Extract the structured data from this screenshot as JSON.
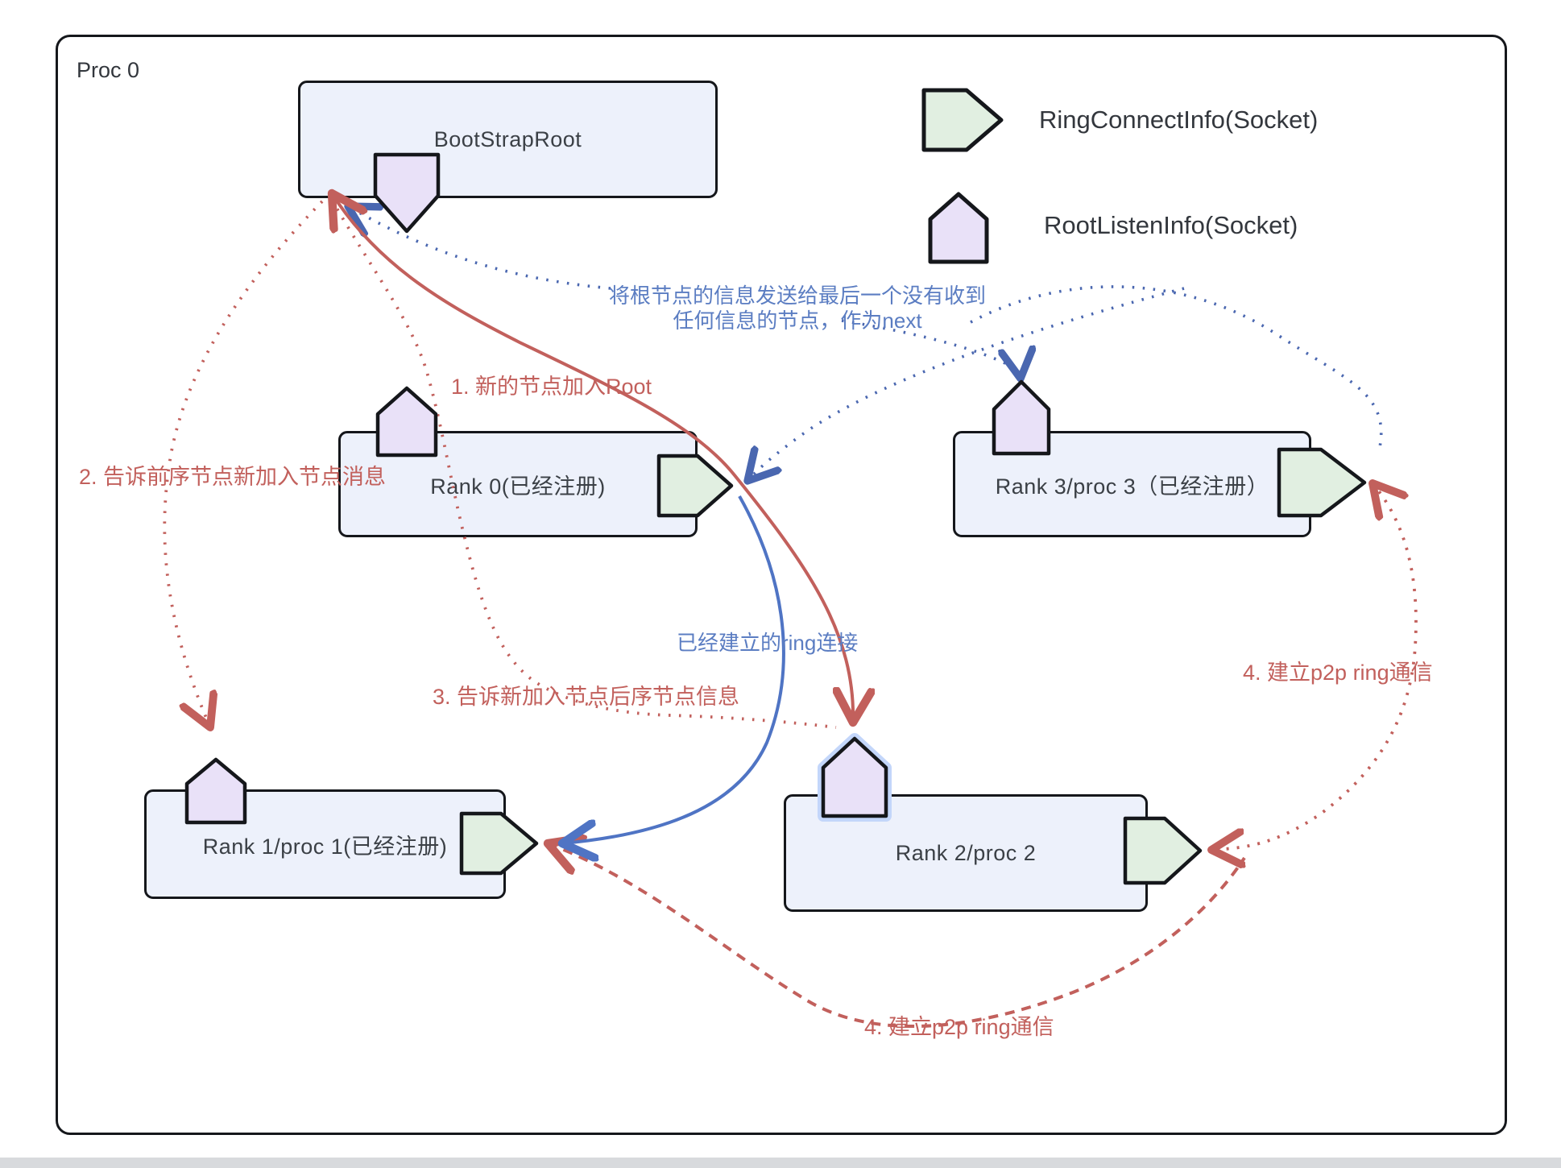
{
  "frame": {
    "proc_label": "Proc 0"
  },
  "nodes": [
    {
      "id": "bootstrap-root",
      "label": "BootStrapRoot"
    },
    {
      "id": "rank0",
      "label": "Rank 0(已经注册)"
    },
    {
      "id": "rank3",
      "label": "Rank 3/proc 3（已经注册）"
    },
    {
      "id": "rank1",
      "label": "Rank 1/proc 1(已经注册)"
    },
    {
      "id": "rank2",
      "label": "Rank 2/proc 2"
    }
  ],
  "legend": {
    "items": [
      {
        "icon": "ring-connect-pentagon-icon",
        "label": "RingConnectInfo(Socket)"
      },
      {
        "icon": "root-listen-house-icon",
        "label": "RootListenInfo(Socket)"
      }
    ]
  },
  "annotations": {
    "send_root_info_line1": "将根节点的信息发送给最后一个没有收到",
    "send_root_info_line2": "任何信息的节点，作为next",
    "step1": "1. 新的节点加入Root",
    "step2": "2. 告诉前序节点新加入节点消息",
    "step3": "3. 告诉新加入节点后序节点信息",
    "ring_established": "已经建立的ring连接",
    "step4_right": "4. 建立p2p ring通信",
    "step4_bottom": "4. 建立p2p ring通信"
  },
  "colors": {
    "red_accent": "#c2605c",
    "blue_dotted": "#4a67b0",
    "blue_text": "#5b7dc2",
    "blue_solid": "#4f74c4",
    "box_fill": "#edf1fb",
    "house_fill": "#e9e1f8",
    "pentagon_fill": "#e1efe1",
    "selection_halo": "#c3d6fa",
    "outline": "#15171b"
  }
}
